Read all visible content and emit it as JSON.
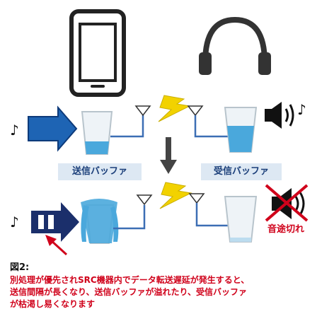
{
  "labels": {
    "send_buffer": "送信バッファ",
    "recv_buffer": "受信バッファ",
    "sound_cut": "音途切れ"
  },
  "caption": {
    "title": "図2:",
    "body": "別処理が優先されSRC機器内でデータ転送遅延が発生すると、\n送信間隔が長くなり、送信バッファが溢れたり、受信バッファ\nが枯渇し易くなります"
  },
  "colors": {
    "water": "#4aa8dc",
    "arrow_blue": "#1e64b4",
    "arrow_navy": "#1b2f6b",
    "wire": "#3c6eb4",
    "lightning": "#f2d200",
    "alert_red": "#d0021b",
    "label_bg": "#dde8f3"
  },
  "icons": {
    "source": "smartphone-icon",
    "sink": "headphones-icon",
    "speaker": "speaker-icon",
    "note": "music-note-icon",
    "wireless": "lightning-icon"
  }
}
